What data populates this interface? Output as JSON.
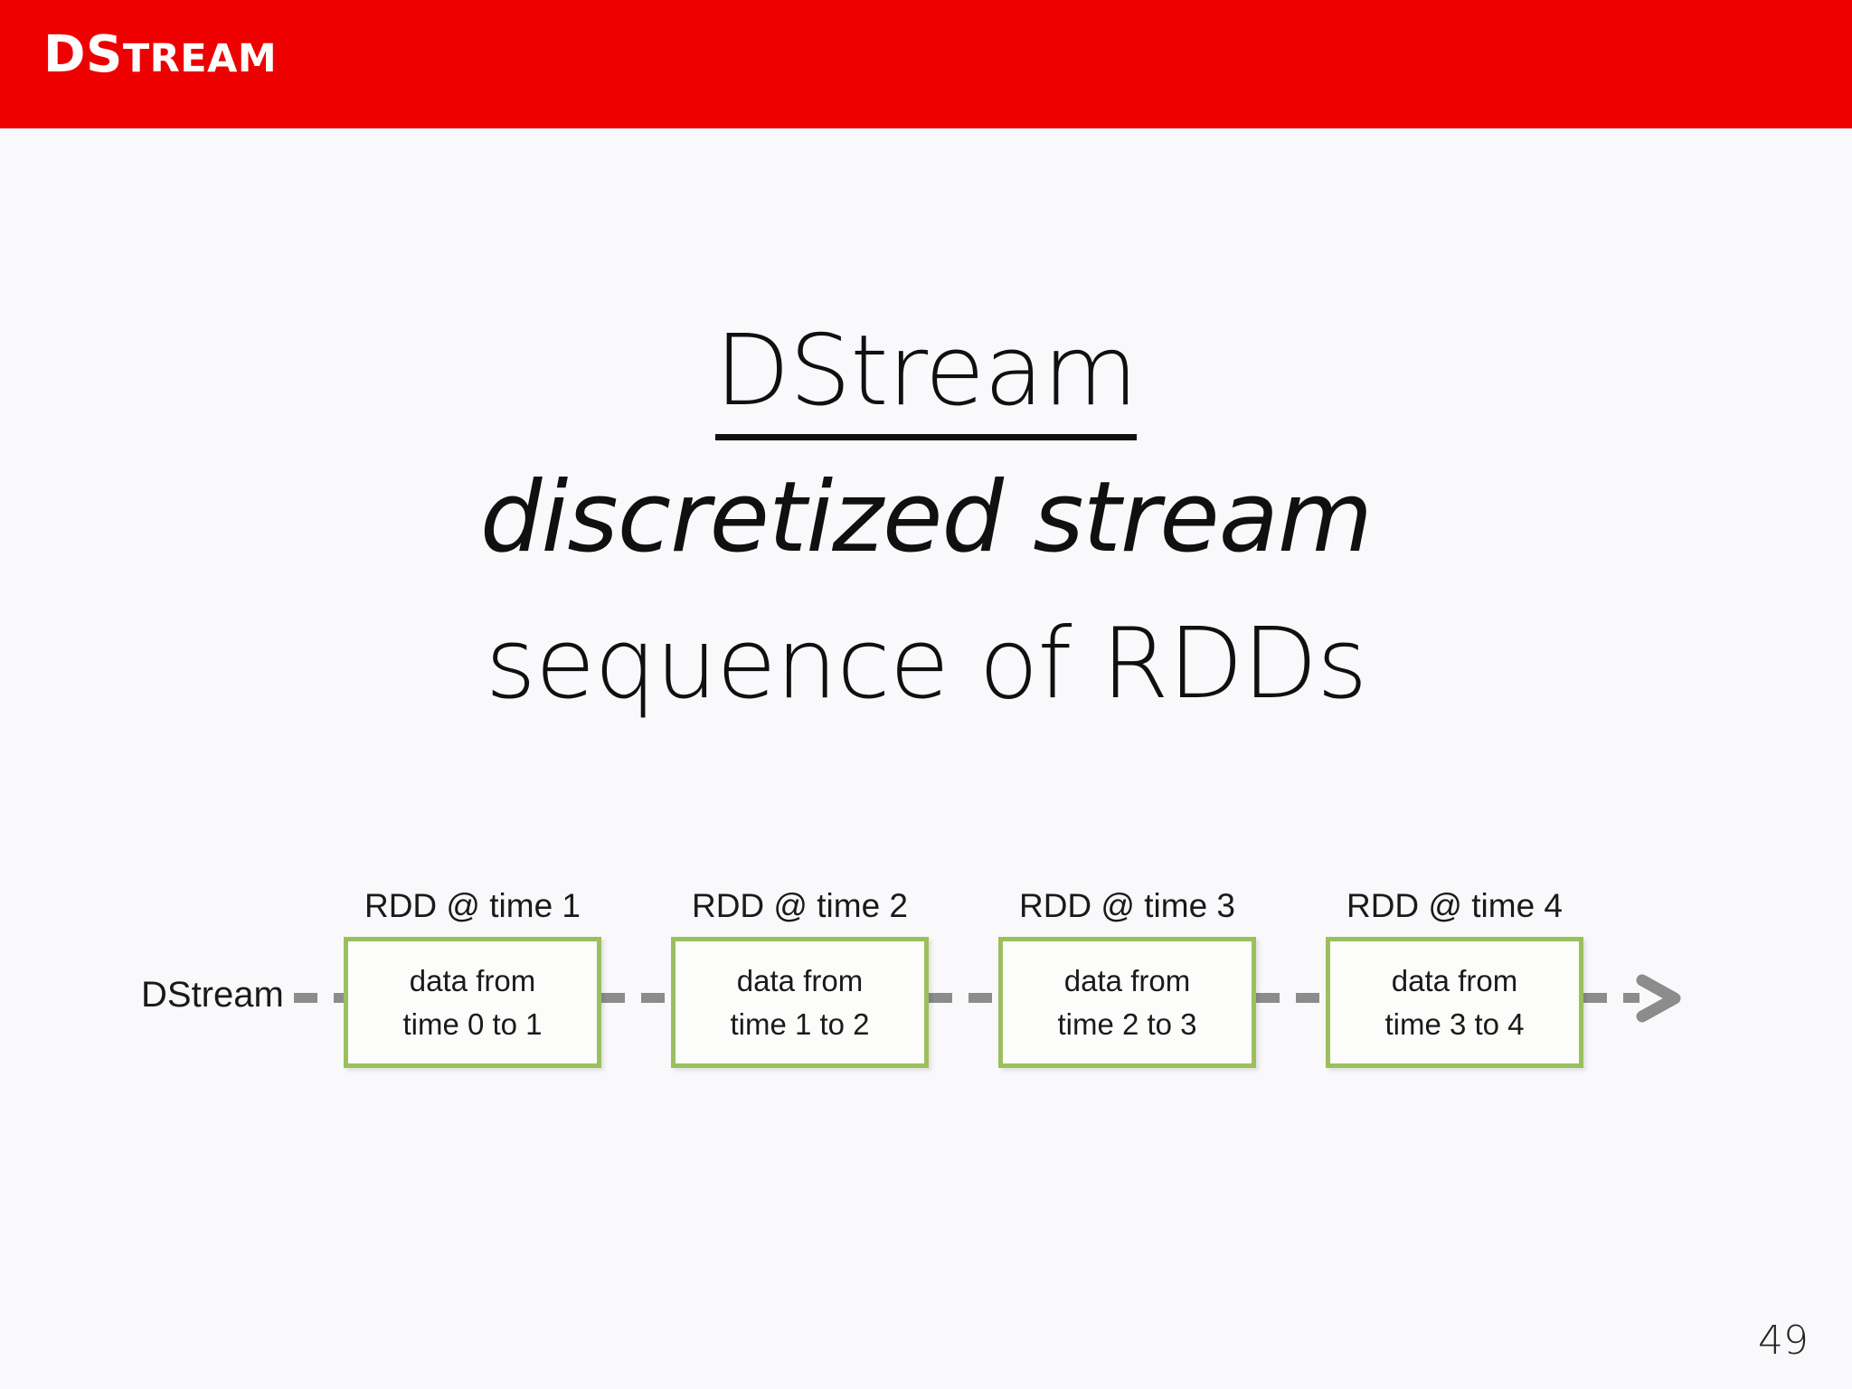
{
  "header": {
    "brand_lead": "DS",
    "brand_rest": "TREAM",
    "brand_full": "DStream",
    "background_color": "#EE0000",
    "text_color": "#FFFFFF"
  },
  "title": {
    "line1": "DStream",
    "line2": "discretized stream",
    "line3": "sequence of RDDs"
  },
  "diagram": {
    "stream_label": "DStream",
    "arrow_icon": "arrow-right-icon",
    "box_border_color": "#9CBF5E",
    "connector_color": "#8C8C8C",
    "rdds": [
      {
        "caption": "RDD @ time 1",
        "body_line1": "data from",
        "body_line2": "time 0 to 1"
      },
      {
        "caption": "RDD @ time 2",
        "body_line1": "data from",
        "body_line2": "time 1 to 2"
      },
      {
        "caption": "RDD @ time 3",
        "body_line1": "data from",
        "body_line2": "time 2 to 3"
      },
      {
        "caption": "RDD @ time 4",
        "body_line1": "data from",
        "body_line2": "time 3 to 4"
      }
    ]
  },
  "footer": {
    "page_number": "49"
  }
}
